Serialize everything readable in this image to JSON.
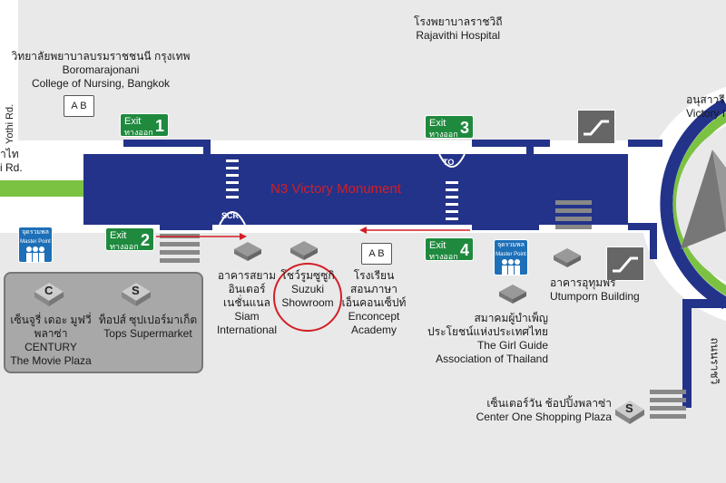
{
  "station": {
    "name": "N3 Victory Monument",
    "label_color": "#d21f26",
    "platform_color": "#23338a"
  },
  "exits": [
    {
      "label": "Exit",
      "thai": "ทางออก",
      "number": "1"
    },
    {
      "label": "Exit",
      "thai": "ทางออก",
      "number": "2"
    },
    {
      "label": "Exit",
      "thai": "ทางออก",
      "number": "3"
    },
    {
      "label": "Exit",
      "thai": "ทางออก",
      "number": "4"
    }
  ],
  "crossings": {
    "left": "SCR",
    "right": "TO"
  },
  "roads": {
    "yothi": "Yothi Rd.",
    "left_thai": "าไท",
    "left_en": "i Rd.",
    "victory_thai": "อนุสาวรี",
    "victory_en": "Victory I",
    "right_vertical": "ถนนราชวิ"
  },
  "places": {
    "hospital": {
      "thai": "โรงพยาบาลราชวิถี",
      "en": "Rajavithi Hospital"
    },
    "nursing": {
      "thai": "วิทยาลัยพยาบาลบรมราชชนนี กรุงเทพ",
      "en1": "Boromarajonani",
      "en2": "College of Nursing, Bangkok"
    },
    "siam_intl": {
      "thai1": "อาคารสยาม",
      "thai2": "อินเตอร์",
      "thai3": "เนชั่นแนล",
      "en1": "Siam",
      "en2": "International"
    },
    "suzuki": {
      "thai": "โชว์รูมซูซูกิ",
      "en1": "Suzuki",
      "en2": "Showroom"
    },
    "enconcept": {
      "thai1": "โรงเรียน",
      "thai2": "สอนภาษา",
      "thai3": "เอ็นคอนเซ็ปท์",
      "en1": "Enconcept",
      "en2": "Academy"
    },
    "century": {
      "thai1": "เซ็นจูรี่ เดอะ มูฟวี่",
      "thai2": "พลาซ่า",
      "en1": "CENTURY",
      "en2": "The Movie Plaza",
      "letter": "C"
    },
    "tops": {
      "thai": "ท็อปส์ ซุปเปอร์มาเก็ต",
      "en": "Tops Supermarket",
      "letter": "S"
    },
    "girl_guide": {
      "thai1": "สมาคมผู้บำเพ็ญ",
      "thai2": "ประโยชน์แห่งประเทศไทย",
      "en1": "The Girl Guide",
      "en2": "Association of Thailand"
    },
    "utumporn": {
      "thai": "อาคารอุทุมพร",
      "en": "Utumporn Building"
    },
    "center_one": {
      "thai": "เซ็นเตอร์วัน ช้อปปิ้งพลาซ่า",
      "en": "Center One Shopping Plaza",
      "letter": "S"
    }
  },
  "master_point": {
    "thai": "จุดรวมพล",
    "en": "Master Point"
  },
  "school_icon": {
    "left": "A",
    "right": "B"
  }
}
